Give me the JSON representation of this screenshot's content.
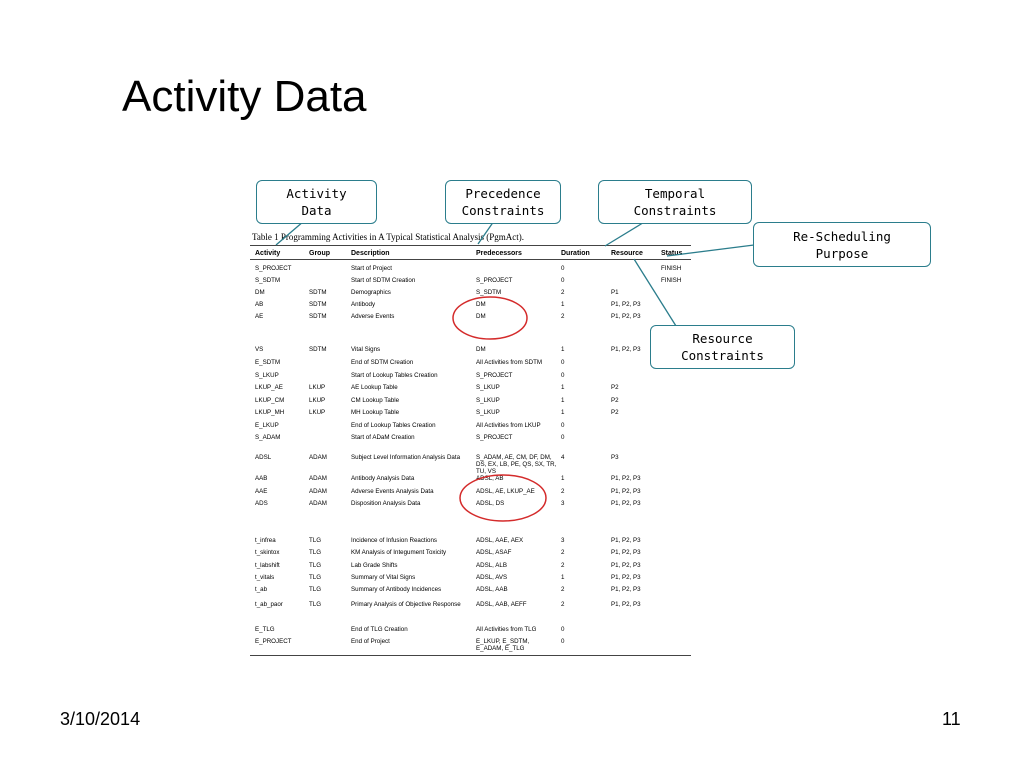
{
  "slide": {
    "title": "Activity Data",
    "date": "3/10/2014",
    "page_number": "11"
  },
  "callouts": {
    "activity_data": [
      "Activity",
      "Data"
    ],
    "precedence": [
      "Precedence",
      "Constraints"
    ],
    "temporal": [
      "Temporal",
      "Constraints"
    ],
    "rescheduling": [
      "Re-Scheduling",
      "Purpose"
    ],
    "resource": [
      "Resource",
      "Constraints"
    ]
  },
  "table": {
    "caption": "Table 1 Programming Activities in A Typical Statistical Analysis (PgmAct).",
    "headers": [
      "Activity",
      "Group",
      "Description",
      "Predecessors",
      "Duration",
      "Resource",
      "Status"
    ],
    "rows": [
      [
        "S_PROJECT",
        "",
        "Start of Project",
        "",
        "0",
        "",
        "FINISH"
      ],
      [
        "S_SDTM",
        "",
        "Start of SDTM Creation",
        "S_PROJECT",
        "0",
        "",
        "FINISH"
      ],
      [
        "DM",
        "SDTM",
        "Demographics",
        "S_SDTM",
        "2",
        "P1",
        ""
      ],
      [
        "AB",
        "SDTM",
        "Antibody",
        "DM",
        "1",
        "P1, P2, P3",
        ""
      ],
      [
        "AE",
        "SDTM",
        "Adverse Events",
        "DM",
        "2",
        "P1, P2, P3",
        ""
      ],
      [
        "VS",
        "SDTM",
        "Vital Signs",
        "DM",
        "1",
        "P1, P2, P3",
        ""
      ],
      [
        "E_SDTM",
        "",
        "End of SDTM Creation",
        "All Activities from SDTM",
        "0",
        "",
        ""
      ],
      [
        "S_LKUP",
        "",
        "Start of Lookup Tables Creation",
        "S_PROJECT",
        "0",
        "",
        ""
      ],
      [
        "LKUP_AE",
        "LKUP",
        "AE Lookup Table",
        "S_LKUP",
        "1",
        "P2",
        ""
      ],
      [
        "LKUP_CM",
        "LKUP",
        "CM Lookup Table",
        "S_LKUP",
        "1",
        "P2",
        ""
      ],
      [
        "LKUP_MH",
        "LKUP",
        "MH Lookup Table",
        "S_LKUP",
        "1",
        "P2",
        ""
      ],
      [
        "E_LKUP",
        "",
        "End of Lookup Tables Creation",
        "All Activities from LKUP",
        "0",
        "",
        ""
      ],
      [
        "S_ADAM",
        "",
        "Start of ADaM Creation",
        "S_PROJECT",
        "0",
        "",
        ""
      ],
      [
        "ADSL",
        "ADAM",
        "Subject Level Information Analysis Data",
        "S_ADAM, AE, CM, DF, DM, DS, EX, LB, PE, QS, SX, TR, TU, VS",
        "4",
        "P3",
        ""
      ],
      [
        "AAB",
        "ADAM",
        "Antibody Analysis Data",
        "ADSL, AB",
        "1",
        "P1, P2, P3",
        ""
      ],
      [
        "AAE",
        "ADAM",
        "Adverse Events Analysis Data",
        "ADSL, AE, LKUP_AE",
        "2",
        "P1, P2, P3",
        ""
      ],
      [
        "ADS",
        "ADAM",
        "Disposition Analysis Data",
        "ADSL, DS",
        "3",
        "P1, P2, P3",
        ""
      ],
      [
        "t_infrea",
        "TLG",
        "Incidence of Infusion Reactions",
        "ADSL, AAE, AEX",
        "3",
        "P1, P2, P3",
        ""
      ],
      [
        "t_skintox",
        "TLG",
        "KM Analysis of Integument Toxicity",
        "ADSL, ASAF",
        "2",
        "P1, P2, P3",
        ""
      ],
      [
        "t_labshift",
        "TLG",
        "Lab Grade Shifts",
        "ADSL, ALB",
        "2",
        "P1, P2, P3",
        ""
      ],
      [
        "t_vitals",
        "TLG",
        "Summary of Vital Signs",
        "ADSL, AVS",
        "1",
        "P1, P2, P3",
        ""
      ],
      [
        "t_ab",
        "TLG",
        "Summary of Antibody Incidences",
        "ADSL, AAB",
        "2",
        "P1, P2, P3",
        ""
      ],
      [
        "t_ab_paor",
        "TLG",
        "Primary Analysis of Objective Response",
        "ADSL, AAB, AEFF",
        "2",
        "P1, P2, P3",
        ""
      ],
      [
        "E_TLG",
        "",
        "End of TLG Creation",
        "All Activities from TLG",
        "0",
        "",
        ""
      ],
      [
        "E_PROJECT",
        "",
        "End of Project",
        "E_LKUP, E_SDTM, E_ADAM, E_TLG",
        "0",
        "",
        ""
      ]
    ]
  }
}
